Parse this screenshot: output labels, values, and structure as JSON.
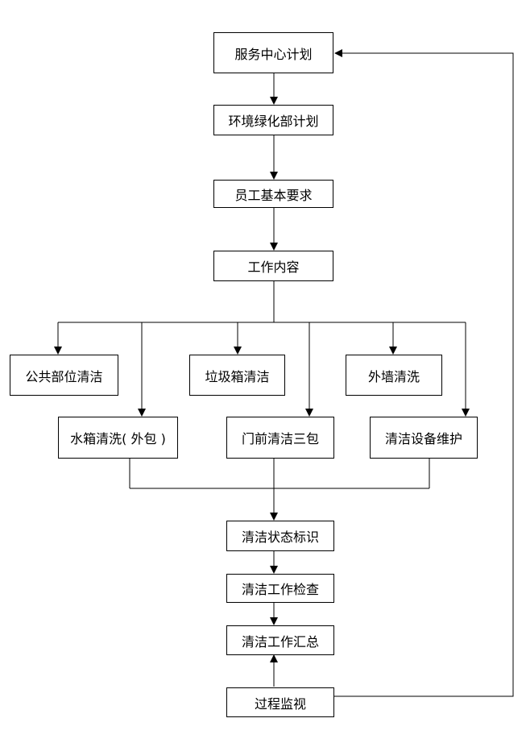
{
  "nodes": {
    "service_plan": "服务中心计划",
    "env_green_plan": "环境绿化部计划",
    "staff_requirements": "员工基本要求",
    "work_content": "工作内容",
    "public_area_cleaning": "公共部位清洁",
    "trash_bin_cleaning": "垃圾箱清洁",
    "exterior_wall_washing": "外墙清洗",
    "water_tank_cleaning": "水箱清洗( 外包 )",
    "front_door_cleaning": "门前清洁三包",
    "equipment_maintenance": "清洁设备维护",
    "status_marking": "清洁状态标识",
    "work_inspection": "清洁工作检查",
    "work_summary": "清洁工作汇总",
    "process_monitoring": "过程监视"
  }
}
